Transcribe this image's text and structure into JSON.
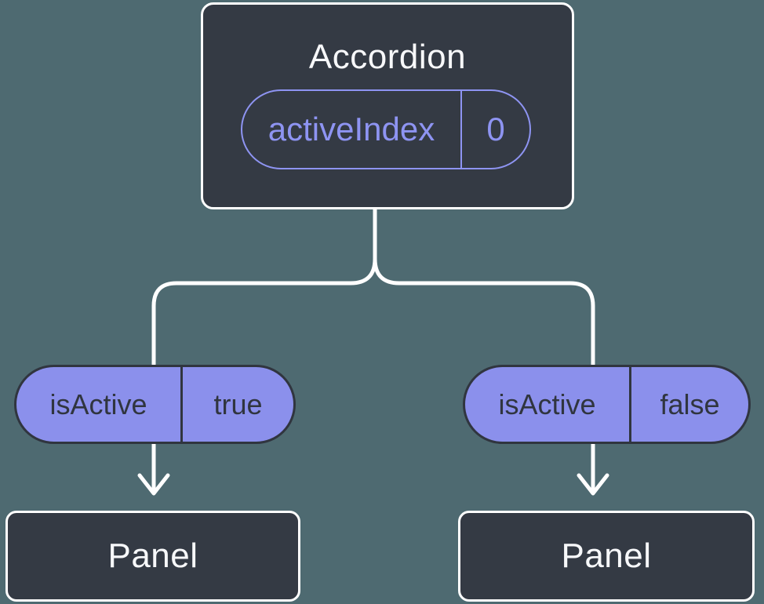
{
  "colors": {
    "background": "#4e6a71",
    "node_fill": "#343a44",
    "node_border": "#ffffff",
    "pill_fill": "#8b90ec",
    "pill_border": "#30353f",
    "accent_purple": "#8e94f2",
    "wire": "#ffffff"
  },
  "tree": {
    "root": {
      "title": "Accordion",
      "state": {
        "label": "activeIndex",
        "value": "0"
      }
    },
    "branches": [
      {
        "prop": {
          "label": "isActive",
          "value": "true"
        },
        "child": {
          "title": "Panel"
        }
      },
      {
        "prop": {
          "label": "isActive",
          "value": "false"
        },
        "child": {
          "title": "Panel"
        }
      }
    ]
  }
}
